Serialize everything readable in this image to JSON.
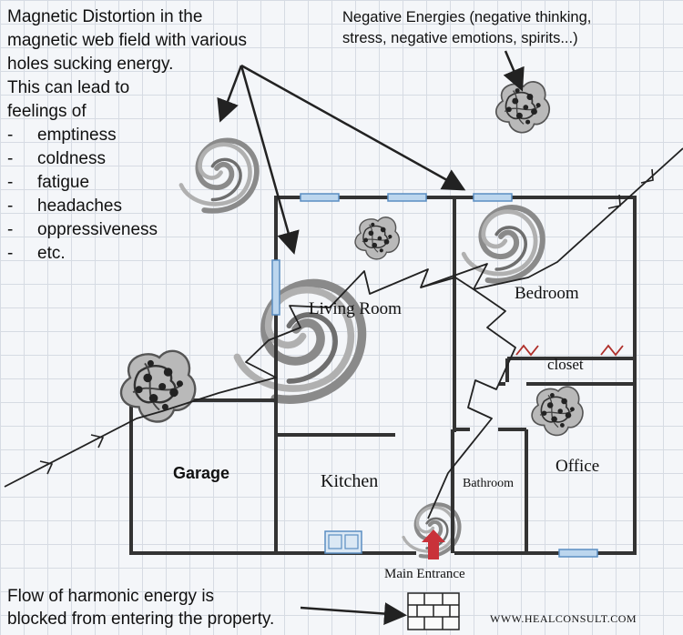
{
  "distortion": {
    "text_lines": [
      "Magnetic Distortion in the",
      "magnetic web field with various",
      "holes sucking energy.",
      "This can lead to",
      "feelings of"
    ],
    "symptoms": [
      "emptiness",
      "coldness",
      "fatigue",
      "headaches",
      "oppressiveness",
      "etc."
    ]
  },
  "negative": {
    "line1": "Negative Energies (negative thinking,",
    "line2": "stress, negative emotions, spirits...)"
  },
  "rooms": {
    "living_room": "Living Room",
    "bedroom": "Bedroom",
    "closet": "closet",
    "garage": "Garage",
    "kitchen": "Kitchen",
    "bathroom": "Bathroom",
    "office": "Office",
    "main_entrance": "Main Entrance"
  },
  "flow": {
    "line1": "Flow of harmonic energy is",
    "line2": "blocked from entering the property."
  },
  "watermark": "WWW.HEALCONSULT.COM"
}
